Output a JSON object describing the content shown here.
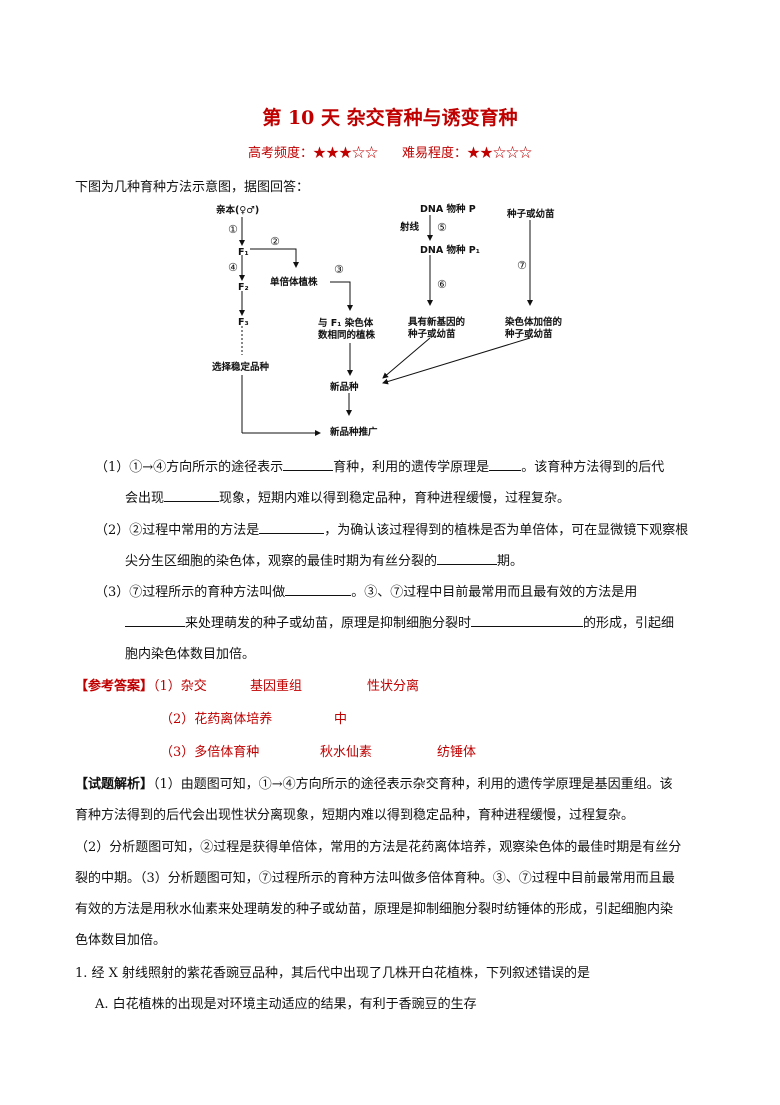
{
  "title": "第 10 天   杂交育种与诱变育种",
  "frequency": "高考频度：★★★☆☆",
  "difficulty": "难易程度：★★☆☆☆",
  "intro": "下图为几种育种方法示意图，据图回答：",
  "diagram": {
    "parents": "亲本(♀♂)",
    "c1": "①",
    "c2": "②",
    "c3": "③",
    "c4": "④",
    "c5": "⑤",
    "c6": "⑥",
    "c7": "⑦",
    "f1": "F₁",
    "f2": "F₂",
    "f3": "F₃",
    "haploid": "单倍体植株",
    "same1": "与 F₁ 染色体",
    "same2": "数相同的植株",
    "select": "选择稳定品种",
    "new_variety": "新品种",
    "promote": "新品种推广",
    "dna_p": "DNA  物种 P",
    "ray": "射线",
    "dna_p1": "DNA  物种 P₁",
    "newgene1": "具有新基因的",
    "newgene2": "种子或幼苗",
    "seed": "种子或幼苗",
    "double1": "染色体加倍的",
    "double2": "种子或幼苗"
  },
  "q1": {
    "a": "（1）①→④方向所示的途径表示",
    "b": "育种，利用的遗传学原理是",
    "c": "。该育种方法得到的后代",
    "d": "会出现",
    "e": "现象，短期内难以得到稳定品种，育种进程缓慢，过程复杂。"
  },
  "q2": {
    "a": "（2）②过程中常用的方法是",
    "b": "，为确认该过程得到的植株是否为单倍体，可在显微镜下观察根",
    "c": "尖分生区细胞的染色体，观察的最佳时期为有丝分裂的",
    "d": "期。"
  },
  "q3": {
    "a": "（3）⑦过程所示的育种方法叫做",
    "b": "。③、⑦过程中目前最常用而且最有效的方法是用",
    "c": "来处理萌发的种子或幼苗，原理是抑制细胞分裂时",
    "d": "的形成，引起细",
    "e": "胞内染色体数目加倍。"
  },
  "answer": {
    "label": "【参考答案】",
    "r1": [
      "（1）杂交",
      "基因重组",
      "性状分离"
    ],
    "r2": [
      "（2）花药离体培养",
      "中"
    ],
    "r3": [
      "（3）多倍体育种",
      "秋水仙素",
      "纺锤体"
    ]
  },
  "analysis": {
    "label": "【试题解析】",
    "l1": "（1）由题图可知，①→④方向所示的途径表示杂交育种，利用的遗传学原理是基因重组。该",
    "l2": "育种方法得到的后代会出现性状分离现象，短期内难以得到稳定品种，育种进程缓慢，过程复杂。",
    "l3": "（2）分析题图可知，②过程是获得单倍体，常用的方法是花药离体培养，观察染色体的最佳时期是有丝分",
    "l4": "裂的中期。（3）分析题图可知，⑦过程所示的育种方法叫做多倍体育种。③、⑦过程中目前最常用而且最",
    "l5": "有效的方法是用秋水仙素来处理萌发的种子或幼苗，原理是抑制细胞分裂时纺锤体的形成，引起细胞内染",
    "l6": "色体数目加倍。"
  },
  "exercise": {
    "q": "1. 经  X 射线照射的紫花香豌豆品种，其后代中出现了几株开白花植株，下列叙述错误的是",
    "a": "A. 白花植株的出现是对环境主动适应的结果，有利于香豌豆的生存"
  }
}
